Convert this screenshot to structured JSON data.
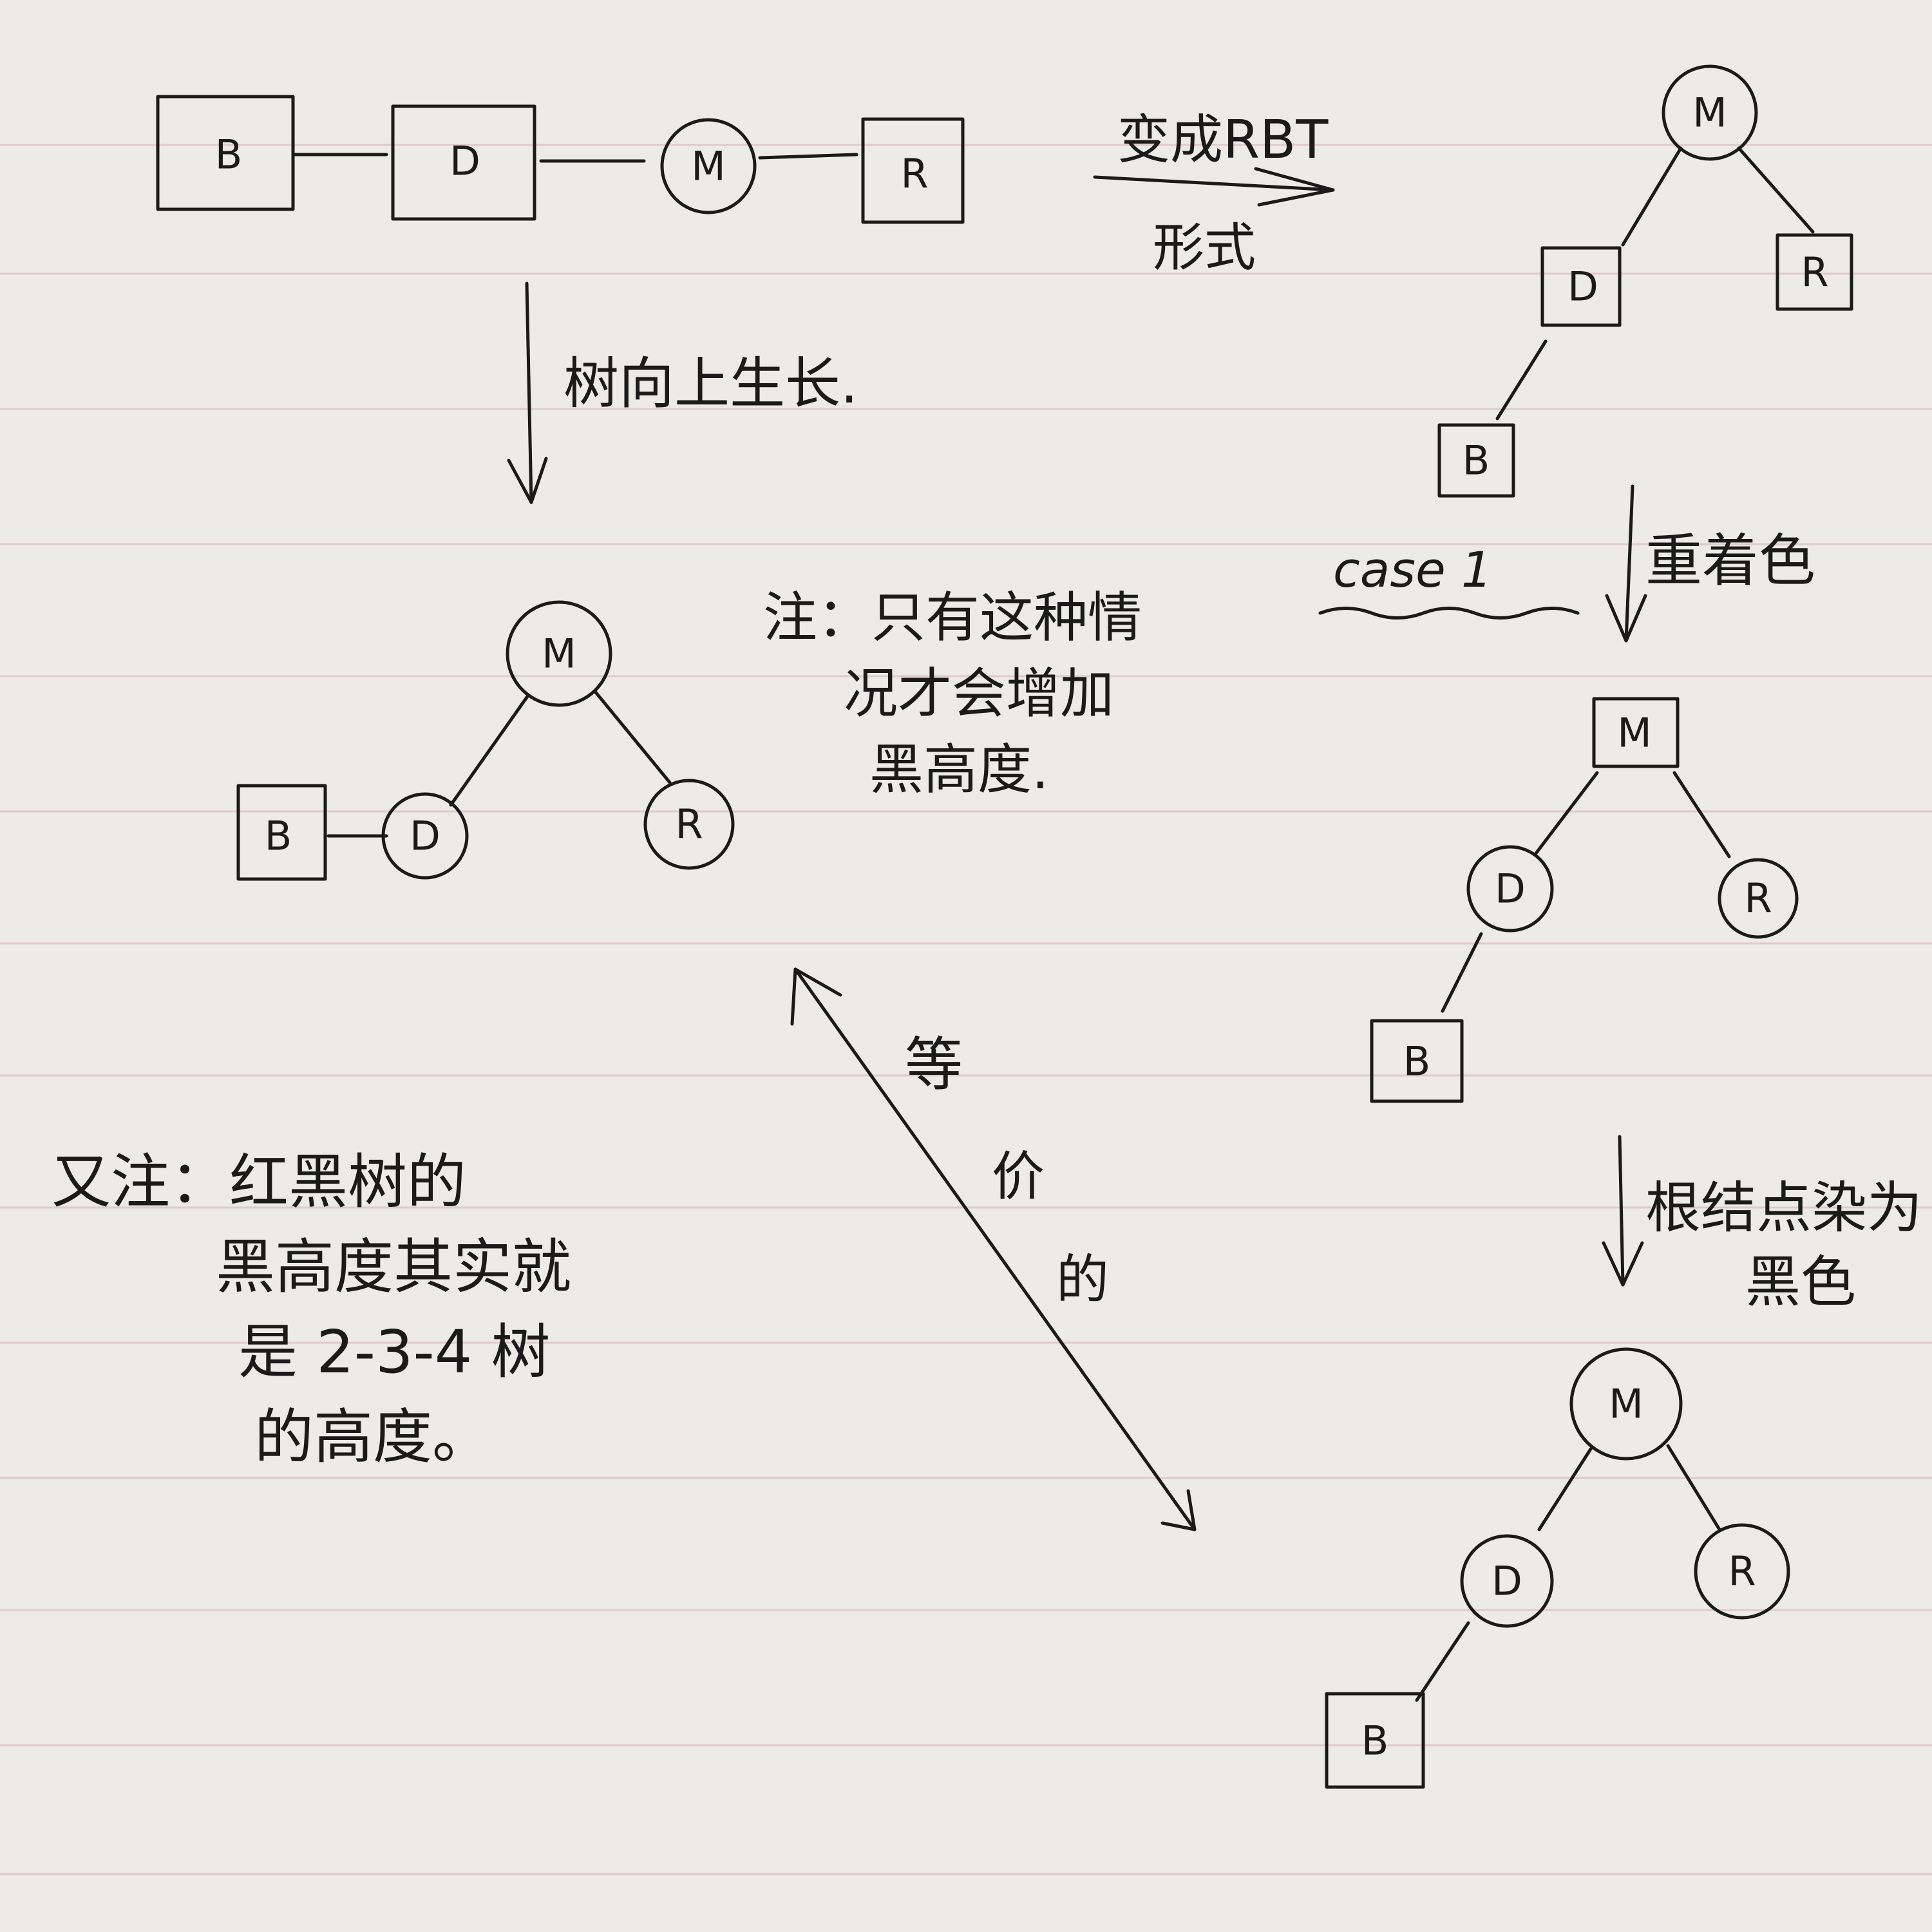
{
  "colors": {
    "paper": "#ecebe7",
    "ruled_line": "#e3c9cc",
    "ink": "#1a1a1a"
  },
  "labels": {
    "to_rbt_top": "变成RBT",
    "to_rbt_bottom": "形式",
    "tree_grows_up": "树向上生长.",
    "case": "case 1",
    "recolor": "重着色",
    "root_black_1": "根结点染为",
    "root_black_2": "黑色",
    "equiv_1": "等",
    "equiv_2": "价",
    "equiv_3": "的",
    "note_lines": [
      "注：只有这种情",
      "况才会增加",
      "黑高度."
    ],
    "note2_lines": [
      "又注：红黑树的",
      "黑高度其实就",
      "是 2-3-4 树",
      "的高度。"
    ]
  },
  "nodes": {
    "B": "B",
    "D": "D",
    "M": "M",
    "R": "R"
  }
}
